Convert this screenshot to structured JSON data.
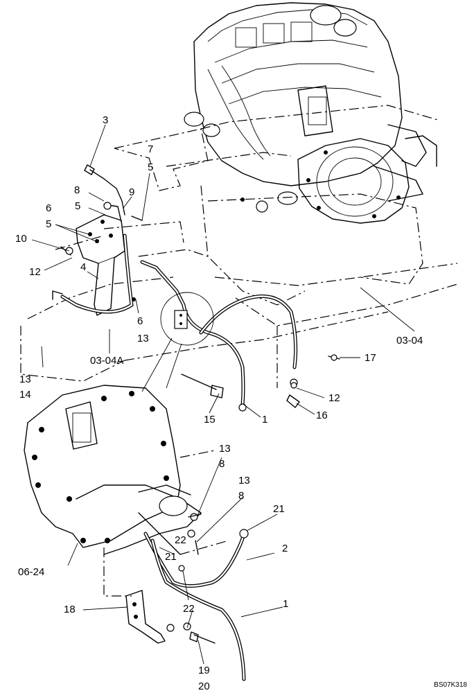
{
  "figure": {
    "drawing_code": "BS07K318",
    "callouts": [
      {
        "id": "c-3",
        "text": "3"
      },
      {
        "id": "c-7",
        "text": "7"
      },
      {
        "id": "c-5a",
        "text": "5"
      },
      {
        "id": "c-8a",
        "text": "8"
      },
      {
        "id": "c-9",
        "text": "9"
      },
      {
        "id": "c-5b",
        "text": "5"
      },
      {
        "id": "c-6a",
        "text": "6"
      },
      {
        "id": "c-5c",
        "text": "5"
      },
      {
        "id": "c-10",
        "text": "10"
      },
      {
        "id": "c-12a",
        "text": "12"
      },
      {
        "id": "c-4",
        "text": "4"
      },
      {
        "id": "c-6b",
        "text": "6"
      },
      {
        "id": "c-13a",
        "text": "13"
      },
      {
        "id": "c-03-04A",
        "text": "03-04A"
      },
      {
        "id": "c-13b",
        "text": "13"
      },
      {
        "id": "c-14",
        "text": "14"
      },
      {
        "id": "c-03-04",
        "text": "03-04"
      },
      {
        "id": "c-17",
        "text": "17"
      },
      {
        "id": "c-12b",
        "text": "12"
      },
      {
        "id": "c-16",
        "text": "16"
      },
      {
        "id": "c-15",
        "text": "15"
      },
      {
        "id": "c-1a",
        "text": "1"
      },
      {
        "id": "c-13c",
        "text": "13"
      },
      {
        "id": "c-8b",
        "text": "8"
      },
      {
        "id": "c-13d",
        "text": "13"
      },
      {
        "id": "c-8c",
        "text": "8"
      },
      {
        "id": "c-21a",
        "text": "21"
      },
      {
        "id": "c-22a",
        "text": "22"
      },
      {
        "id": "c-2",
        "text": "2"
      },
      {
        "id": "c-21b",
        "text": "21"
      },
      {
        "id": "c-06-24",
        "text": "06-24"
      },
      {
        "id": "c-22b",
        "text": "22"
      },
      {
        "id": "c-18",
        "text": "18"
      },
      {
        "id": "c-1b",
        "text": "1"
      },
      {
        "id": "c-19",
        "text": "19"
      },
      {
        "id": "c-20",
        "text": "20"
      }
    ]
  }
}
